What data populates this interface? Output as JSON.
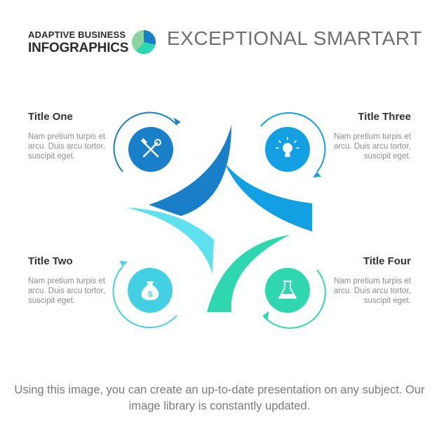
{
  "header": {
    "line1": "ADAPTIVE BUSINESS",
    "line2": "INFOGRAPHICS",
    "title": "EXCEPTIONAL SMARTART"
  },
  "items": [
    {
      "title": "Title One",
      "body": "Nam pretium turpis et arcu. Duis arcu tortor, suscipit eget.",
      "icon": "tools-icon",
      "color": "#1a7fc9"
    },
    {
      "title": "Title Two",
      "body": "Nam pretium turpis et arcu. Duis arcu tortor, suscipit eget.",
      "icon": "money-bag-icon",
      "color": "#44d0e3"
    },
    {
      "title": "Title Three",
      "body": "Nam pretium turpis et arcu. Duis arcu tortor, suscipit eget.",
      "icon": "light-bulb-icon",
      "color": "#13a0e2"
    },
    {
      "title": "Title Four",
      "body": "Nam pretium turpis et arcu. Duis arcu tortor, suscipit eget.",
      "icon": "flask-icon",
      "color": "#2fd7b0"
    }
  ],
  "footer": "Using this image, you can create an up-to-date presentation on any subject. Our image library is constantly updated."
}
